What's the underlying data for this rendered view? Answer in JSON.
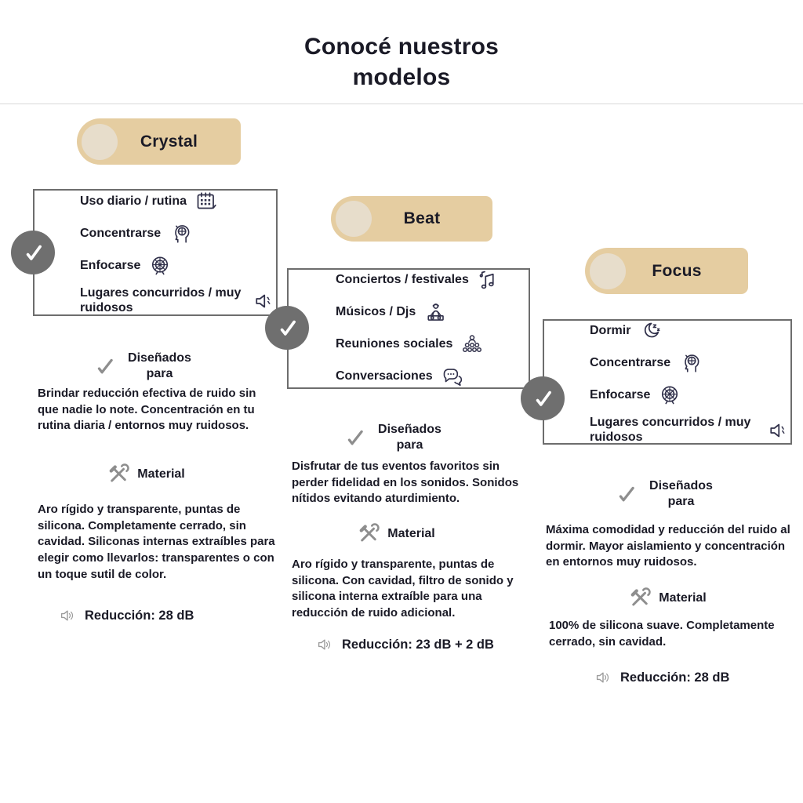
{
  "title": "Conocé nuestros modelos",
  "labels": {
    "designed_for": "Diseñados para",
    "material": "Material"
  },
  "icons": {
    "designed_for": "check-icon",
    "material": "tools-icon",
    "reduction": "speaker-wave-icon",
    "badge": "check-badge-icon"
  },
  "models": [
    {
      "name": "Crystal",
      "use_cases": [
        {
          "label": "Uso diario / rutina",
          "icon": "calendar-icon"
        },
        {
          "label": "Concentrarse",
          "icon": "head-brain-icon"
        },
        {
          "label": "Enfocarse",
          "icon": "brain-focus-icon"
        },
        {
          "label": "Lugares concurridos / muy ruidosos",
          "icon": "loud-speaker-icon"
        }
      ],
      "designed_for": "Brindar reducción efectiva de ruido sin que nadie lo note. Concentración en tu rutina diaria / entornos muy ruidosos.",
      "material": "Aro rígido y transparente, puntas de silicona. Completamente cerrado, sin cavidad. Siliconas internas extraíbles para elegir como llevarlos: transparentes o con un toque sutil de color.",
      "reduction": "Reducción: 28 dB"
    },
    {
      "name": "Beat",
      "use_cases": [
        {
          "label": "Conciertos / festivales",
          "icon": "music-notes-icon"
        },
        {
          "label": "Músicos / Djs",
          "icon": "dj-icon"
        },
        {
          "label": "Reuniones sociales",
          "icon": "crowd-icon"
        },
        {
          "label": "Conversaciones",
          "icon": "chat-bubbles-icon"
        }
      ],
      "designed_for": "Disfrutar de tus eventos favoritos sin perder fidelidad en los sonidos. Sonidos nítidos evitando aturdimiento.",
      "material": "Aro rígido y transparente, puntas de silicona. Con cavidad, filtro de sonido y silicona interna extraíble para una reducción de ruido adicional.",
      "reduction": "Reducción: 23 dB + 2 dB"
    },
    {
      "name": "Focus",
      "use_cases": [
        {
          "label": "Dormir",
          "icon": "moon-sleep-icon"
        },
        {
          "label": "Concentrarse",
          "icon": "head-brain-icon"
        },
        {
          "label": "Enfocarse",
          "icon": "brain-focus-icon"
        },
        {
          "label": "Lugares concurridos / muy ruidosos",
          "icon": "loud-speaker-icon"
        }
      ],
      "designed_for": "Máxima comodidad y reducción del ruido al dormir. Mayor aislamiento y concentración en entornos muy ruidosos.",
      "material": "100% de silicona suave. Completamente cerrado, sin cavidad.",
      "reduction": "Reducción: 28 dB"
    }
  ],
  "colors": {
    "tan": "#e5cda1",
    "tan_circle": "#e7ddcb",
    "badge_gray": "#6f6f6f",
    "border_gray": "#6d6d6d",
    "text_dark": "#1a1a26",
    "icon_ink": "#30304a",
    "icon_gray": "#8e8e8e",
    "divider": "#d8d8d8"
  }
}
